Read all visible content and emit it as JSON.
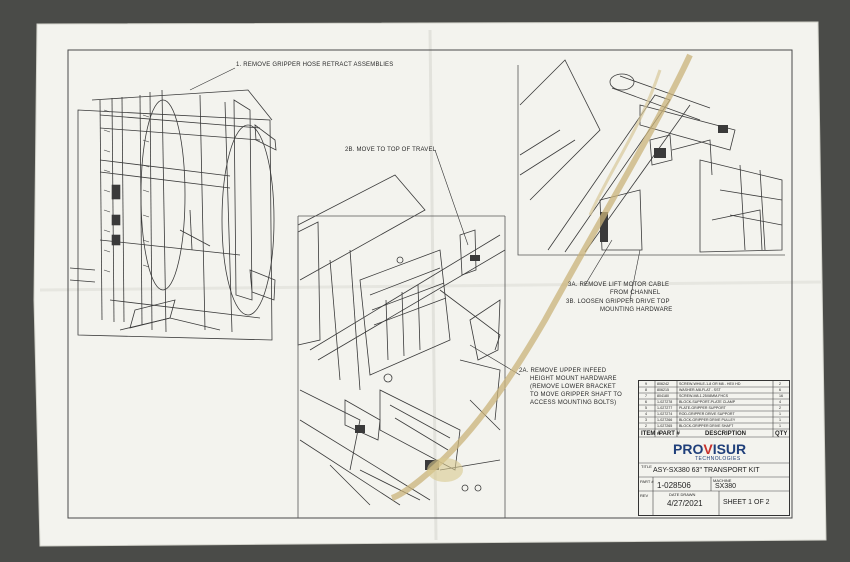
{
  "drawing": {
    "note_1": "1. REMOVE GRIPPER HOSE RETRACT ASSEMBLIES",
    "note_2b": "2B. MOVE TO TOP OF TRAVEL",
    "note_3a_line1": "3A. REMOVE LIFT MOTOR CABLE",
    "note_3a_line2": "FROM CHANNEL",
    "note_3b_line1": "3B. LOOSEN GRIPPER DRIVE TOP",
    "note_3b_line2": "MOUNTING HARDWARE",
    "note_2a_line1": "2A. REMOVE UPPER INFEED",
    "note_2a_line2": "HEIGHT MOUNT HARDWARE",
    "note_2a_line3": "(REMOVE LOWER BRACKET",
    "note_2a_line4": "TO MOVE GRIPPER SHAFT TO",
    "note_2a_line5": "ACCESS MOUNTING BOLTS)"
  },
  "bom": {
    "header_item": "ITEM #",
    "header_part": "PART #",
    "header_desc": "DESCRIPTION",
    "header_qty": "QTY",
    "rows": [
      {
        "item": "9",
        "part": "806242",
        "desc": "SCREW-WHILE-1-8 OR M8 - HEX HD",
        "qty": "2"
      },
      {
        "item": "8",
        "part": "806215",
        "desc": "WASHER-M8-FLAT - SST",
        "qty": "6"
      },
      {
        "item": "7",
        "part": "804180",
        "desc": "SCREW-M8-1.25X8MM-FHCS",
        "qty": "16"
      },
      {
        "item": "6",
        "part": "1-027278",
        "desc": "BLOCK-SUPPORT-PLATE CLAMP",
        "qty": "4"
      },
      {
        "item": "5",
        "part": "1-027277",
        "desc": "PLATE-GRIPPER SUPPORT",
        "qty": "2"
      },
      {
        "item": "4",
        "part": "1-027274",
        "desc": "ROD-GRIPPER DRIVE SUPPORT",
        "qty": "1"
      },
      {
        "item": "3",
        "part": "1-027266",
        "desc": "BLOCK-GRIPPER DRIVE PULLEY",
        "qty": "1"
      },
      {
        "item": "2",
        "part": "1-027265",
        "desc": "BLOCK-GRIPPER DRIVE SHAFT",
        "qty": "1"
      }
    ]
  },
  "title_block": {
    "logo_left": "PRO",
    "logo_mid": "V",
    "logo_right": "ISUR",
    "logo_sub": "TECHNOLOGIES",
    "title_label": "TITLE",
    "title": "ASY-SX380 63\" TRANSPORT KIT",
    "part_label": "PART #",
    "part_number": "1-028506",
    "machine_label": "MACHINE",
    "machine": "SX380",
    "rev_label": "REV",
    "date_label": "DATE DRAWN",
    "date": "4/27/2021",
    "sheet": "SHEET 1 OF 2"
  },
  "colors": {
    "background": "#4a4b48",
    "paper": "#f3f3ee",
    "lines": "#3a3a3a",
    "stain": "#c9b37a",
    "logo_blue": "#1f3f7a",
    "logo_red": "#c8322c"
  }
}
